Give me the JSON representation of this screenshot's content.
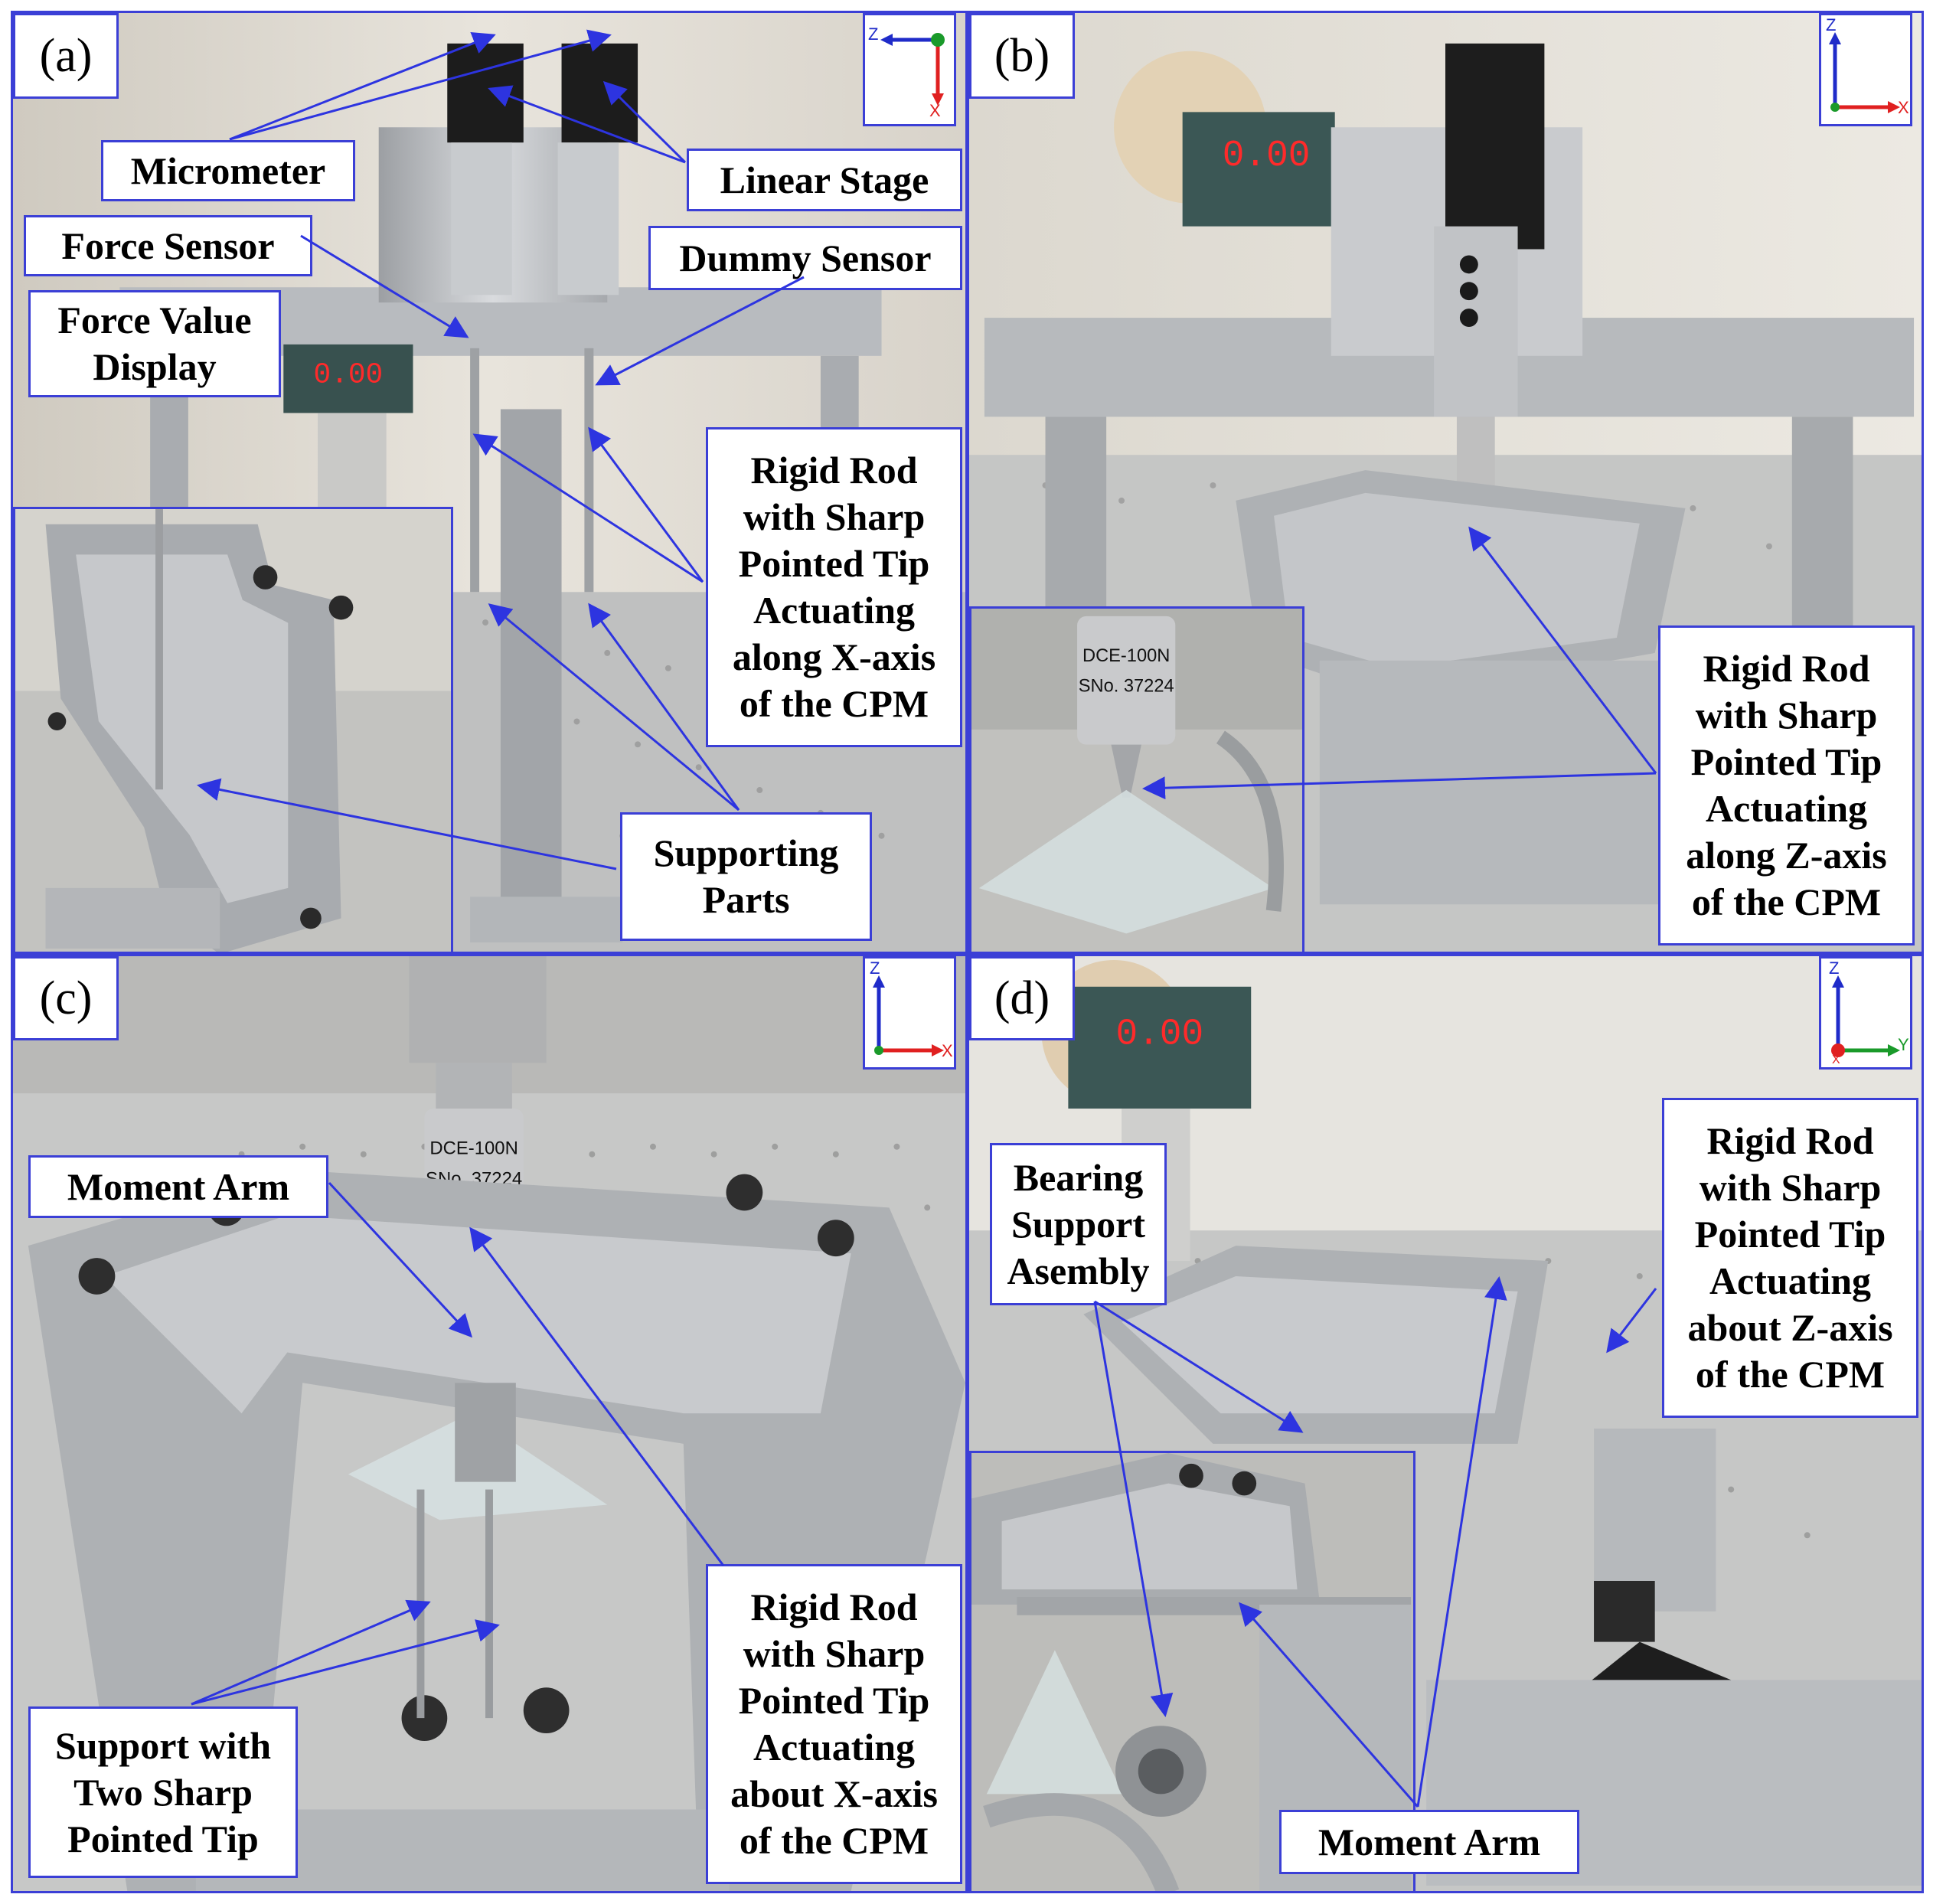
{
  "panels": {
    "a": {
      "label": "(a)",
      "axis_labels": [
        "Z",
        "X"
      ],
      "display": "0.00",
      "callouts": {
        "micrometer": "Micrometer",
        "linear_stage": "Linear Stage",
        "force_sensor": "Force Sensor",
        "dummy_sensor": "Dummy Sensor",
        "force_value_display": "Force Value\nDisplay",
        "rigid_rod": "Rigid Rod\nwith Sharp\nPointed Tip\nActuating\nalong X-axis\nof the CPM",
        "supporting_parts": "Supporting\nParts"
      }
    },
    "b": {
      "label": "(b)",
      "axis_labels": [
        "Z",
        "X"
      ],
      "display": "0.00",
      "sensor_text": "DCE-100N\nSNo. 37224",
      "callouts": {
        "rigid_rod": "Rigid Rod\nwith Sharp\nPointed Tip\nActuating\nalong Z-axis\nof the CPM"
      }
    },
    "c": {
      "label": "(c)",
      "axis_labels": [
        "Z",
        "X"
      ],
      "sensor_text": "DCE-100N\nSNo. 37224",
      "callouts": {
        "moment_arm": "Moment Arm",
        "rigid_rod": "Rigid Rod\nwith Sharp\nPointed Tip\nActuating\nabout X-axis\nof the CPM",
        "support": "Support with\nTwo Sharp\nPointed Tip"
      }
    },
    "d": {
      "label": "(d)",
      "axis_labels": [
        "Z",
        "Y",
        "X"
      ],
      "display": "0.00",
      "callouts": {
        "bearing_support": "Bearing\nSupport\nAsembly",
        "rigid_rod": "Rigid Rod\nwith Sharp\nPointed Tip\nActuating\nabout Z-axis\nof the CPM",
        "moment_arm": "Moment Arm"
      }
    }
  },
  "colors": {
    "border": "#3b3fd6",
    "arrow": "#2d34e0",
    "axis_z": "#1f2bc9",
    "axis_x": "#e02020",
    "axis_y": "#1a9a2a",
    "display_digits": "#ff2a2a"
  }
}
